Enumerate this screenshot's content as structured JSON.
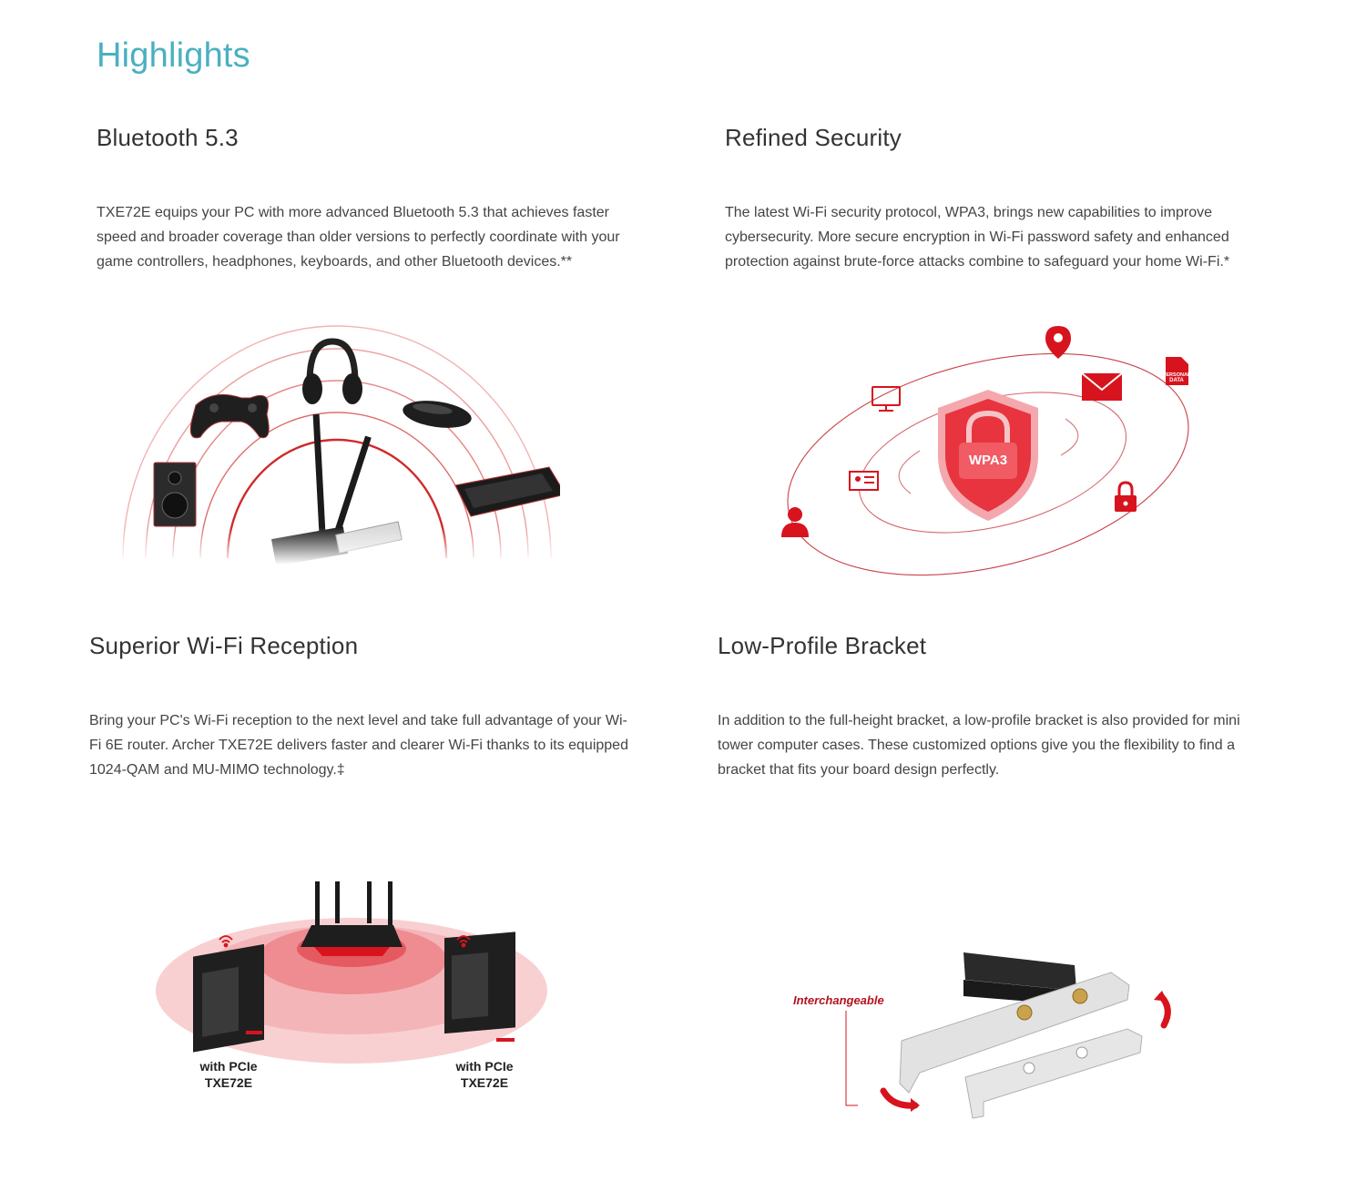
{
  "page": {
    "title": "Highlights"
  },
  "features": [
    {
      "title": "Bluetooth 5.3",
      "description": "TXE72E equips your PC with more advanced Bluetooth 5.3 that achieves faster speed and broader coverage than older versions to perfectly coordinate with your game controllers, headphones, keyboards, and other Bluetooth devices.**"
    },
    {
      "title": "Refined Security",
      "description": "The latest Wi-Fi security protocol, WPA3, brings new capabilities to improve cybersecurity. More secure encryption in Wi-Fi password safety and enhanced protection against brute-force attacks combine to safeguard your home Wi-Fi.*",
      "shield_label": "WPA3",
      "doc_icon_label": "PERSONAL DATA"
    },
    {
      "title": "Superior Wi-Fi Reception",
      "description": "Bring your PC's Wi-Fi reception to the next level and take full advantage of your Wi-Fi 6E router. Archer TXE72E delivers faster and clearer Wi-Fi thanks to its equipped 1024-QAM and MU-MIMO technology.‡",
      "caption_left": [
        "with PCIe",
        "TXE72E"
      ],
      "caption_right": [
        "with PCIe",
        "TXE72E"
      ]
    },
    {
      "title": "Low-Profile Bracket",
      "description": "In addition to the full-height bracket, a low-profile bracket is also provided for mini tower computer cases. These customized options give you the flexibility to find a bracket that fits your board design perfectly.",
      "callout": "Interchangeable"
    }
  ],
  "colors": {
    "accent": "#4ab0c1",
    "brand_red": "#d7141e",
    "text": "#333333"
  }
}
